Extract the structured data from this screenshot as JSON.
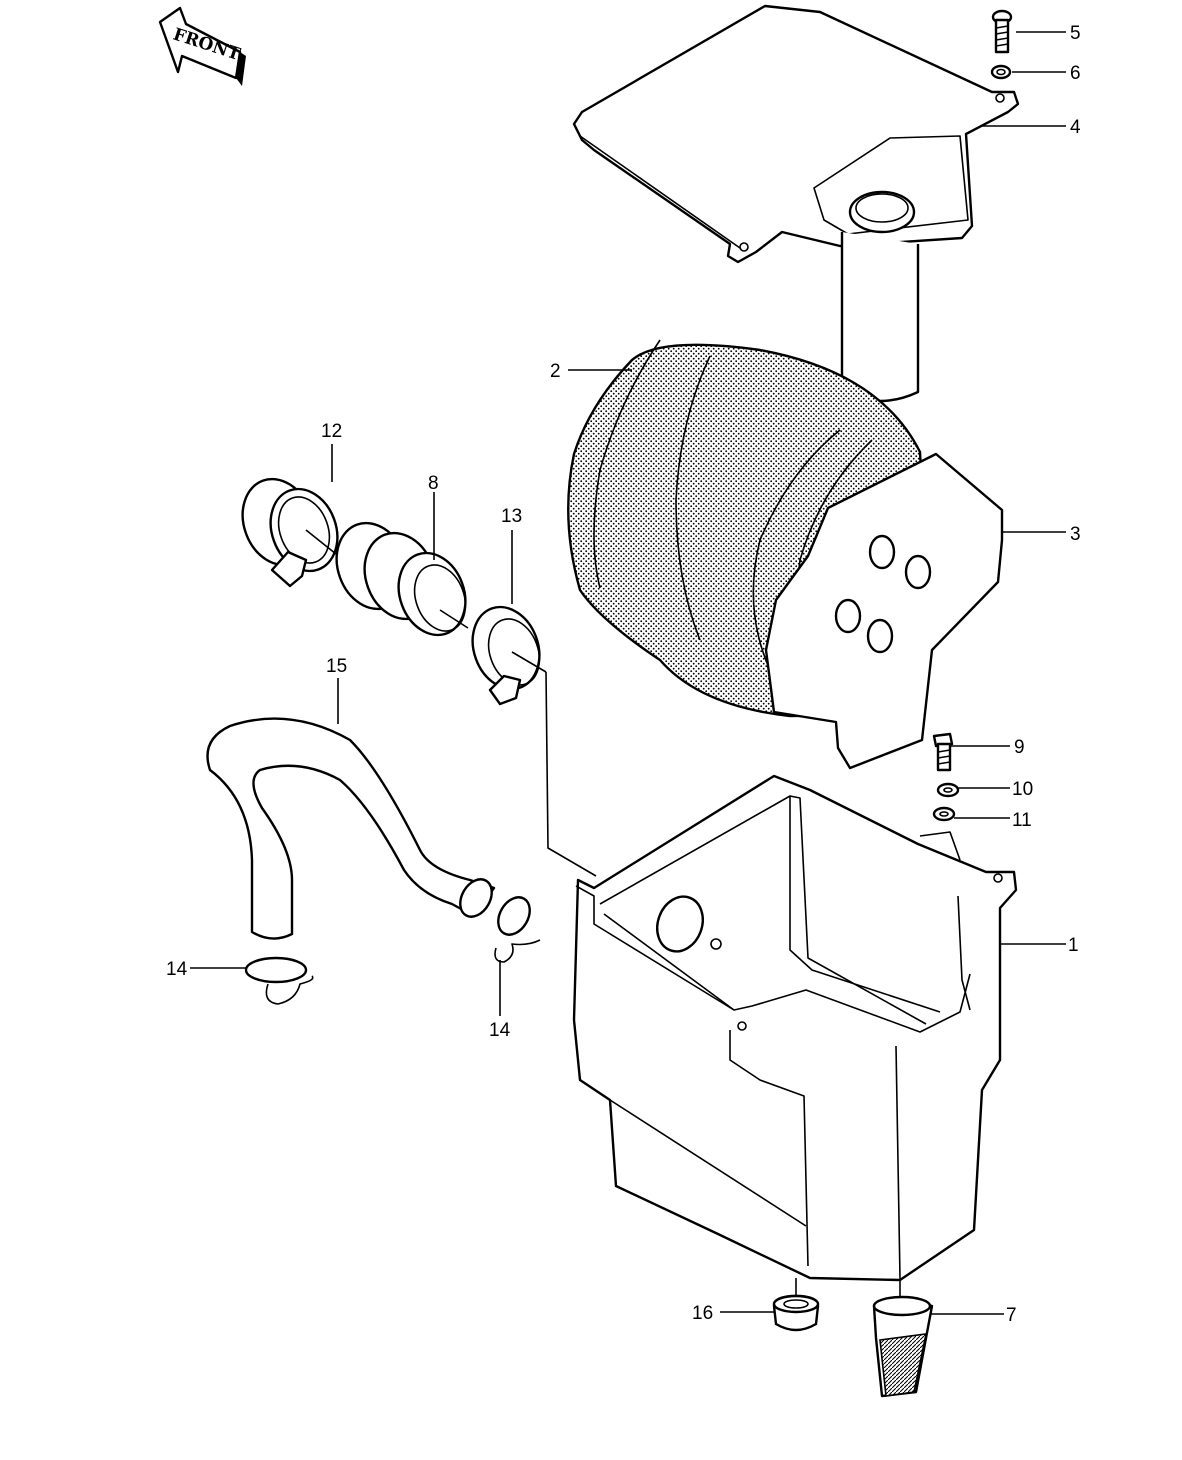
{
  "front_marker": {
    "text": "FRONT"
  },
  "callouts": [
    {
      "id": "c1",
      "text": "1"
    },
    {
      "id": "c2",
      "text": "2"
    },
    {
      "id": "c3",
      "text": "3"
    },
    {
      "id": "c4",
      "text": "4"
    },
    {
      "id": "c5",
      "text": "5"
    },
    {
      "id": "c6",
      "text": "6"
    },
    {
      "id": "c7",
      "text": "7"
    },
    {
      "id": "c8",
      "text": "8"
    },
    {
      "id": "c9",
      "text": "9"
    },
    {
      "id": "c10",
      "text": "10"
    },
    {
      "id": "c11",
      "text": "11"
    },
    {
      "id": "c12",
      "text": "12"
    },
    {
      "id": "c13",
      "text": "13"
    },
    {
      "id": "c14a",
      "text": "14"
    },
    {
      "id": "c14b",
      "text": "14"
    },
    {
      "id": "c15",
      "text": "15"
    },
    {
      "id": "c16",
      "text": "16"
    }
  ]
}
